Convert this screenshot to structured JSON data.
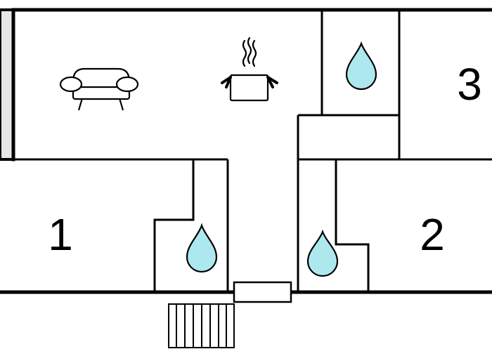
{
  "floorplan": {
    "rooms": [
      {
        "id": "bedroom-1",
        "label": "1"
      },
      {
        "id": "bedroom-2",
        "label": "2"
      },
      {
        "id": "bedroom-3",
        "label": "3"
      }
    ],
    "icons": [
      "sofa-icon",
      "cooking-pot-icon",
      "water-drop-icon",
      "water-drop-icon",
      "water-drop-icon",
      "stairs-icon",
      "entrance-door-icon"
    ],
    "colors": {
      "water_drop_fill": "#aee8ef",
      "wall": "#000000",
      "door_panel": "#e6e6e6"
    }
  }
}
